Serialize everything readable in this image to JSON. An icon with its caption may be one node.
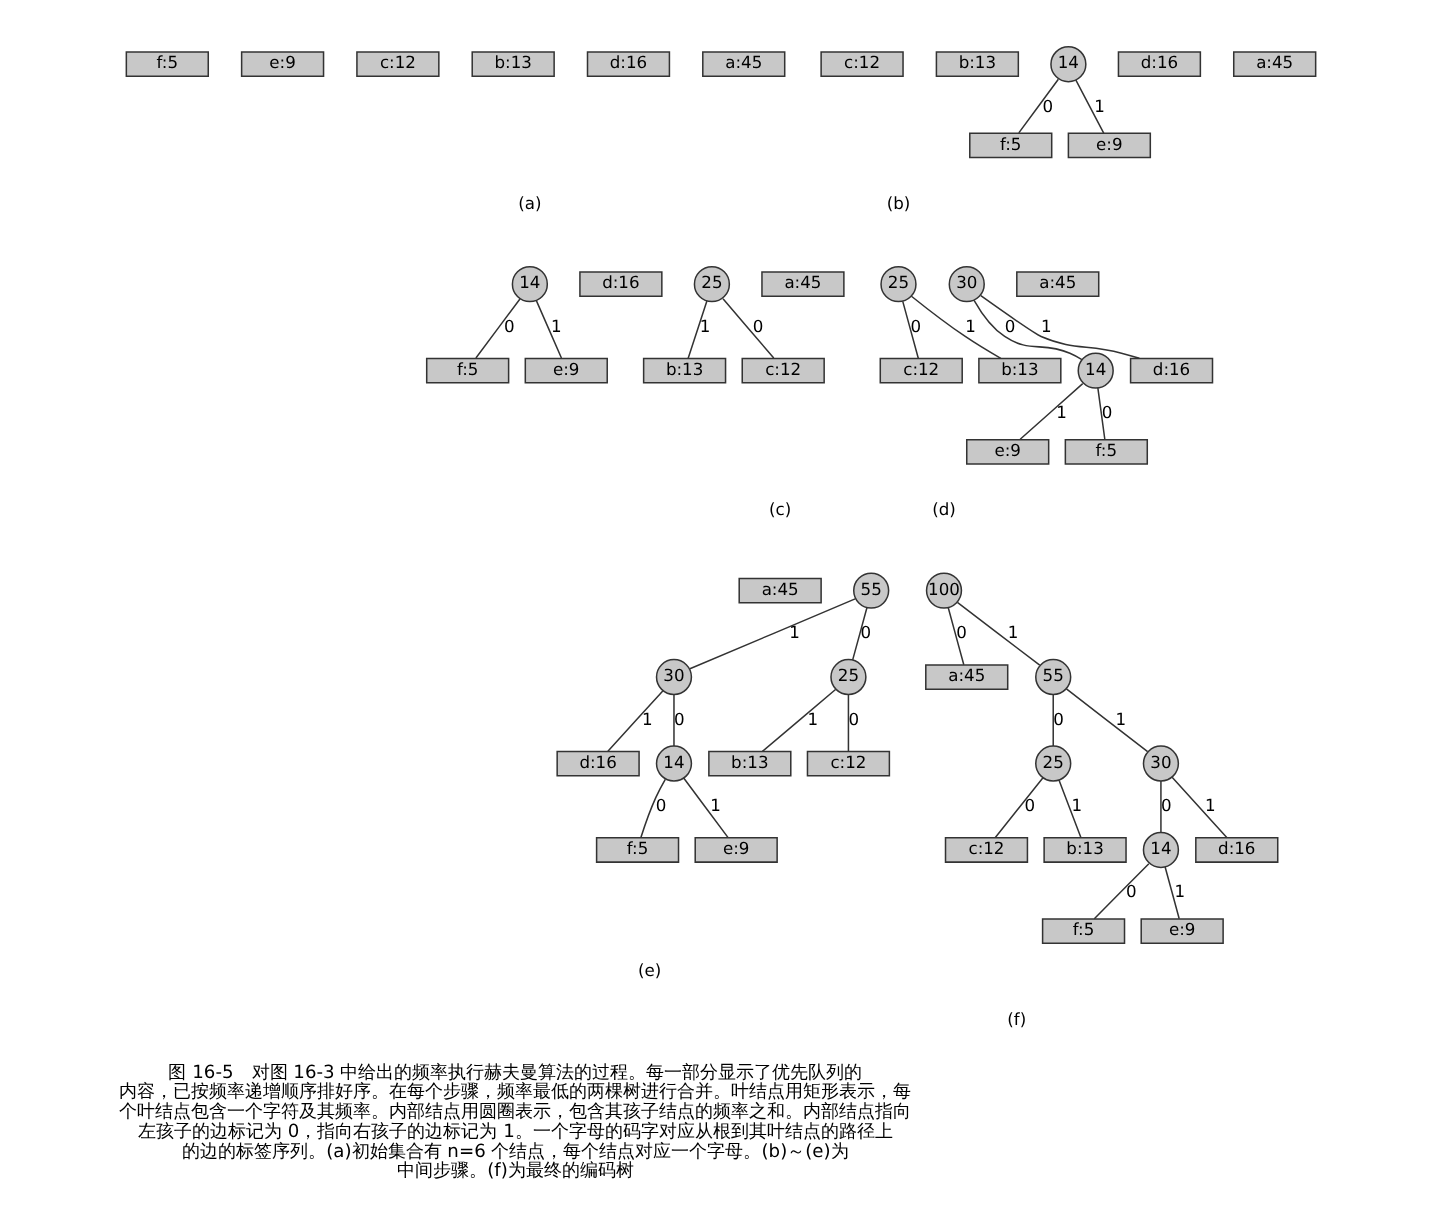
{
  "diagram": {
    "caption": "图 16-5　对图 16-3 中给出的频率执行赫夫曼算法的过程。每一部分显示了优先队列的内容，已按频率递增顺序排好序。在每个步骤，频率最低的两棵树进行合并。叶结点用矩形表示，每个叶结点包含一个字符及其频率。内部结点用圆圈表示，包含其孩子结点的频率之和。内部结点指向左孩子的边标记为 0，指向右孩子的边标记为 1。一个字母的码字对应从根到其叶结点的路径上的边的标签序列。(a)初始集合有 n=6 个结点，每个结点对应一个字母。(b)～(e)为中间步骤。(f)为最终的编码树",
    "nodes": [
      {
        "text": [
          "f:5"
        ]
      },
      {
        "text": [
          "e:9"
        ]
      },
      {
        "text": [
          "c:12"
        ]
      },
      {
        "text": [
          "b:13"
        ]
      },
      {
        "text": [
          "d:16"
        ]
      },
      {
        "text": [
          "a:45"
        ]
      },
      {
        "text": [
          "c:12"
        ]
      },
      {
        "text": [
          "b:13"
        ]
      },
      {
        "text": [
          "14"
        ]
      },
      {
        "text": [
          "f:5"
        ]
      },
      {
        "text": [
          "e:9"
        ]
      },
      {
        "text": [
          "d:16"
        ]
      },
      {
        "text": [
          "a:45"
        ]
      },
      {
        "text": [
          "14"
        ]
      },
      {
        "text": [
          "f:5"
        ]
      },
      {
        "text": [
          "e:9"
        ]
      },
      {
        "text": [
          "d:16"
        ]
      },
      {
        "text": [
          "25"
        ]
      },
      {
        "text": [
          "c:12"
        ]
      },
      {
        "text": [
          "b:13"
        ]
      },
      {
        "text": [
          "a:45"
        ]
      },
      {
        "text": [
          "25"
        ]
      },
      {
        "text": [
          "c:12"
        ]
      },
      {
        "text": [
          "b:13"
        ]
      },
      {
        "text": [
          "30"
        ]
      },
      {
        "text": [
          "14"
        ]
      },
      {
        "text": [
          "d:16"
        ]
      },
      {
        "text": [
          "f:5"
        ]
      },
      {
        "text": [
          "e:9"
        ]
      },
      {
        "text": [
          "a:45"
        ]
      },
      {
        "text": [
          "a:45"
        ]
      },
      {
        "text": [
          "55"
        ]
      },
      {
        "text": [
          "25"
        ]
      },
      {
        "text": [
          "30"
        ]
      },
      {
        "text": [
          "c:12"
        ]
      },
      {
        "text": [
          "b:13"
        ]
      },
      {
        "text": [
          "14"
        ]
      },
      {
        "text": [
          "d:16"
        ]
      },
      {
        "text": [
          "f:5"
        ]
      },
      {
        "text": [
          "e:9"
        ]
      },
      {
        "text": [
          "100"
        ]
      },
      {
        "text": [
          "a:45"
        ]
      },
      {
        "text": [
          "55"
        ]
      },
      {
        "text": [
          "25"
        ]
      },
      {
        "text": [
          "30"
        ]
      },
      {
        "text": [
          "c:12"
        ]
      },
      {
        "text": [
          "b:13"
        ]
      },
      {
        "text": [
          "14"
        ]
      },
      {
        "text": [
          "d:16"
        ]
      },
      {
        "text": [
          "f:5"
        ]
      },
      {
        "text": [
          "e:9"
        ]
      }
    ],
    "edges": [
      {
        "from": 8,
        "to": 9,
        "arrow": "none",
        "label": "0"
      },
      {
        "from": 8,
        "to": 10,
        "arrow": "none",
        "label": "1"
      },
      {
        "from": 13,
        "to": 14,
        "arrow": "none",
        "label": "0"
      },
      {
        "from": 13,
        "to": 15,
        "arrow": "none",
        "label": "1"
      },
      {
        "from": 17,
        "to": 18,
        "arrow": "none",
        "label": "0"
      },
      {
        "from": 17,
        "to": 19,
        "arrow": "none",
        "label": "1"
      },
      {
        "from": 21,
        "to": 22,
        "arrow": "none",
        "label": "0"
      },
      {
        "from": 21,
        "to": 23,
        "arrow": "none",
        "label": "1"
      },
      {
        "from": 24,
        "to": 25,
        "arrow": "none",
        "label": "0"
      },
      {
        "from": 24,
        "to": 26,
        "arrow": "none",
        "label": "1"
      },
      {
        "from": 25,
        "to": 27,
        "arrow": "none",
        "label": "0"
      },
      {
        "from": 25,
        "to": 28,
        "arrow": "none",
        "label": "1"
      },
      {
        "from": 31,
        "to": 32,
        "arrow": "none",
        "label": "0"
      },
      {
        "from": 31,
        "to": 33,
        "arrow": "none",
        "label": "1"
      },
      {
        "from": 32,
        "to": 34,
        "arrow": "none",
        "label": "0"
      },
      {
        "from": 32,
        "to": 35,
        "arrow": "none",
        "label": "1"
      },
      {
        "from": 33,
        "to": 36,
        "arrow": "none",
        "label": "0"
      },
      {
        "from": 33,
        "to": 37,
        "arrow": "none",
        "label": "1"
      },
      {
        "from": 36,
        "to": 38,
        "arrow": "none",
        "label": "0"
      },
      {
        "from": 36,
        "to": 39,
        "arrow": "none",
        "label": "1"
      },
      {
        "from": 40,
        "to": 41,
        "arrow": "none",
        "label": "0"
      },
      {
        "from": 40,
        "to": 42,
        "arrow": "none",
        "label": "1"
      },
      {
        "from": 42,
        "to": 43,
        "arrow": "none",
        "label": "0"
      },
      {
        "from": 42,
        "to": 44,
        "arrow": "none",
        "label": "1"
      },
      {
        "from": 43,
        "to": 45,
        "arrow": "none",
        "label": "0"
      },
      {
        "from": 43,
        "to": 46,
        "arrow": "none",
        "label": "1"
      },
      {
        "from": 44,
        "to": 47,
        "arrow": "none",
        "label": "0"
      },
      {
        "from": 44,
        "to": 48,
        "arrow": "none",
        "label": "1"
      },
      {
        "from": 47,
        "to": 49,
        "arrow": "none",
        "label": "0"
      },
      {
        "from": 47,
        "to": 50,
        "arrow": "none",
        "label": "1"
      }
    ],
    "labels": [
      "(a)",
      "(b)",
      "(c)",
      "(d)",
      "(e)",
      "(f)"
    ]
  }
}
